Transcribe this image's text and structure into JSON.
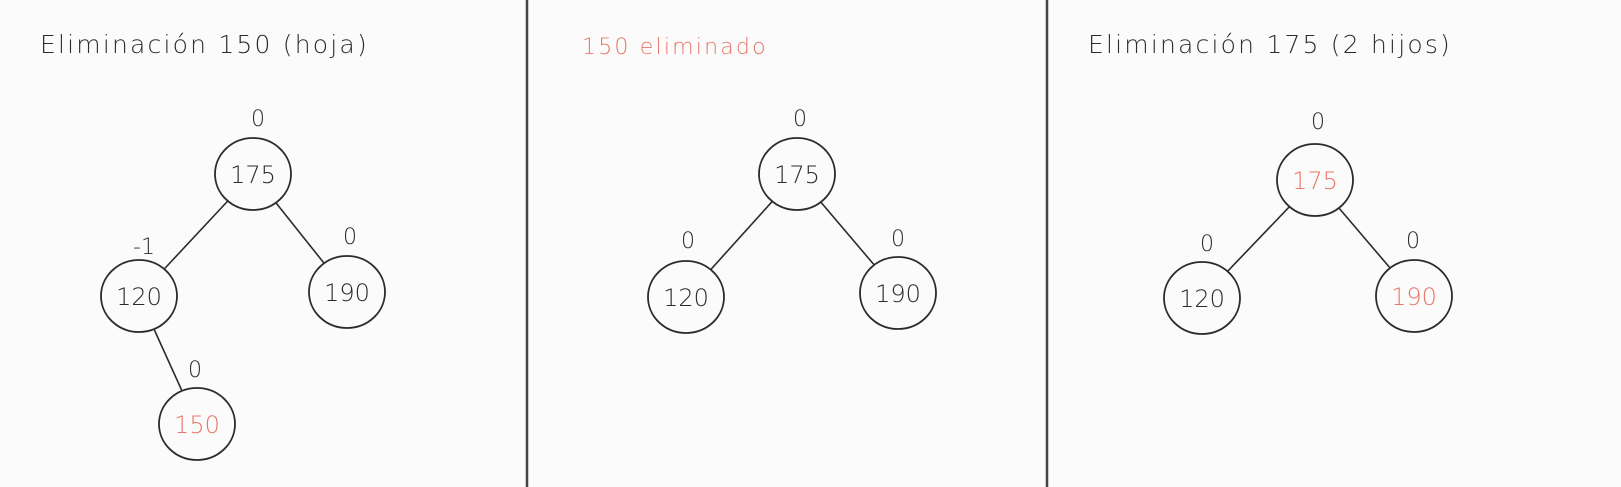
{
  "colors": {
    "ink": "#2b2b2b",
    "highlight": "#e8766a",
    "divider": "#444444"
  },
  "panels": [
    {
      "title": "Eliminación 150 (hoja)",
      "title_color": "ink",
      "nodes": [
        {
          "id": "n175",
          "label": "175",
          "bf": "0",
          "color": "ink"
        },
        {
          "id": "n120",
          "label": "120",
          "bf": "-1",
          "color": "ink"
        },
        {
          "id": "n190",
          "label": "190",
          "bf": "0",
          "color": "ink"
        },
        {
          "id": "n150",
          "label": "150",
          "bf": "0",
          "color": "highlight"
        }
      ],
      "edges": [
        [
          "n175",
          "n120"
        ],
        [
          "n175",
          "n190"
        ],
        [
          "n120",
          "n150"
        ]
      ]
    },
    {
      "title": "150 eliminado",
      "title_color": "highlight",
      "nodes": [
        {
          "id": "n175",
          "label": "175",
          "bf": "0",
          "color": "ink"
        },
        {
          "id": "n120",
          "label": "120",
          "bf": "0",
          "color": "ink"
        },
        {
          "id": "n190",
          "label": "190",
          "bf": "0",
          "color": "ink"
        }
      ],
      "edges": [
        [
          "n175",
          "n120"
        ],
        [
          "n175",
          "n190"
        ]
      ]
    },
    {
      "title": "Eliminación 175 (2 hijos)",
      "title_color": "ink",
      "nodes": [
        {
          "id": "n175",
          "label": "175",
          "bf": "0",
          "color": "highlight"
        },
        {
          "id": "n120",
          "label": "120",
          "bf": "0",
          "color": "ink"
        },
        {
          "id": "n190",
          "label": "190",
          "bf": "0",
          "color": "highlight"
        }
      ],
      "edges": [
        [
          "n175",
          "n120"
        ],
        [
          "n175",
          "n190"
        ]
      ]
    }
  ]
}
